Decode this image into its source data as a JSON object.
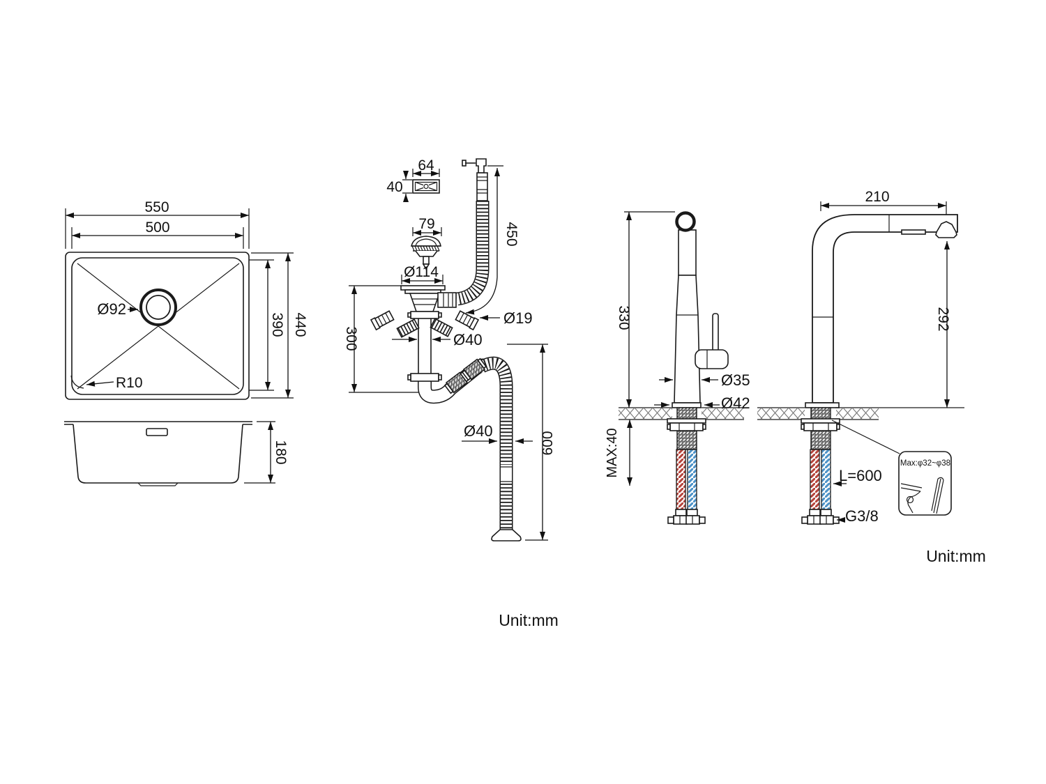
{
  "drawing": {
    "sink_top": {
      "width_outer": "550",
      "width_inner": "500",
      "drain_diameter": "Ø92",
      "corner_radius": "R10",
      "length_inner": "390",
      "length_outer": "440"
    },
    "sink_side": {
      "depth": "180"
    },
    "drain_kit": {
      "overflow_cover_width": "64",
      "overflow_cover_height": "40",
      "strainer_width": "79",
      "flange_diameter": "Ø114",
      "overflow_hose_length": "450",
      "overflow_hose_diameter": "Ø19",
      "trap_height": "300",
      "tailpipe_diameter": "Ø40",
      "outlet_hose_diameter": "Ø40",
      "outlet_hose_length": "600",
      "unit": "Unit:mm"
    },
    "faucet_side": {
      "height": "330",
      "body_diameter": "Ø35",
      "base_diameter": "Ø42",
      "deck_thickness": "MAX:40"
    },
    "faucet_front": {
      "spout_reach": "210",
      "spout_height": "292",
      "hose_length": "L=600",
      "thread_size": "G3/8",
      "hole_note": "Max:φ32~φ38",
      "unit": "Unit:mm"
    }
  },
  "colors": {
    "line": "#1a1a1a",
    "hot_hose": "#b5453c",
    "cold_hose": "#4d93c8",
    "background": "#ffffff"
  }
}
